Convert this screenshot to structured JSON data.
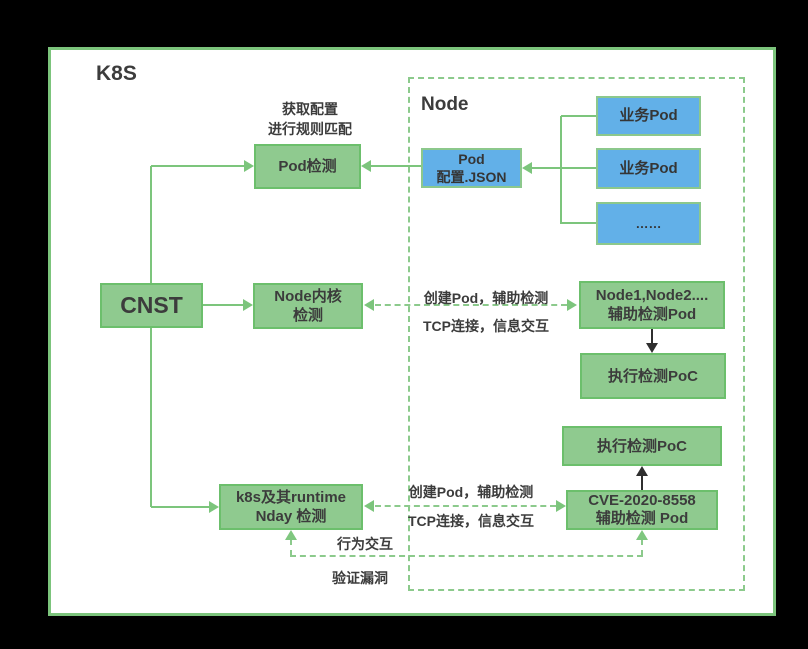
{
  "colors": {
    "background": "#000000",
    "canvas_bg": "#ffffff",
    "canvas_border": "#7cc47c",
    "green_box_fill": "#8fca8f",
    "green_box_border": "#6cbf6c",
    "blue_box_fill": "#62b0e8",
    "blue_box_border": "#8cc88c",
    "connector_green": "#7cc57c",
    "dashed_green": "#8cca8c",
    "arrow_black": "#2f2f2f",
    "text": "#3c3c3c"
  },
  "cluster_title": "K8S",
  "node_container": {
    "label": "Node"
  },
  "boxes": {
    "cnst": "CNST",
    "pod_detect": "Pod检测",
    "node_kernel": [
      "Node内核",
      "检测"
    ],
    "k8s_nday": [
      "k8s及其runtime",
      "Nday 检测"
    ],
    "pod_config": [
      "Pod",
      "配置.JSON"
    ],
    "biz_pod_1": "业务Pod",
    "biz_pod_2": "业务Pod",
    "biz_pod_more": "……",
    "node_helper": [
      "Node1,Node2....",
      "辅助检测Pod"
    ],
    "exec_poc_mid": "执行检测PoC",
    "exec_poc_bottom": "执行检测PoC",
    "cve_pod": [
      "CVE-2020-8558",
      "辅助检测 Pod"
    ]
  },
  "labels": {
    "pod_detect_note_line1": "获取配置",
    "pod_detect_note_line2": "进行规则匹配",
    "mid_create": "创建Pod，辅助检测",
    "mid_tcp": "TCP连接，信息交互",
    "bottom_create": "创建Pod，辅助检测",
    "bottom_tcp": "TCP连接，信息交互",
    "behavior": "行为交互",
    "verify": "验证漏洞"
  }
}
